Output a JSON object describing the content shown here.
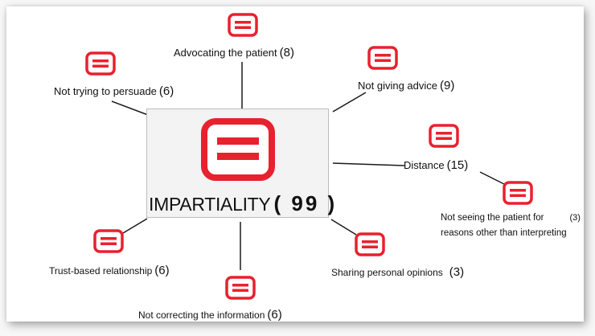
{
  "center": {
    "label": "IMPARTIALITY",
    "count": "( 99 )"
  },
  "nodes": {
    "advocating": {
      "label": "Advocating the patient",
      "count": "(8)"
    },
    "persuade": {
      "label": "Not trying to persuade",
      "count": "(6)"
    },
    "advice": {
      "label": "Not giving advice",
      "count": "(9)"
    },
    "distance": {
      "label": "Distance",
      "count": "(15)"
    },
    "not_seeing": {
      "line1": "Not seeing the patient for",
      "line2": "reasons other than interpreting",
      "count": "(3)"
    },
    "trust": {
      "label": "Trust-based relationship",
      "count": "(6)"
    },
    "correcting": {
      "label": "Not correcting the information",
      "count": "(6)"
    },
    "opinions": {
      "label": "Sharing personal opinions",
      "count": "(3)"
    }
  },
  "colors": {
    "icon_red": "#e8212e",
    "line": "#1a1a1a",
    "box_fill": "#f3f3f3"
  },
  "icon": "equals-sign-icon"
}
